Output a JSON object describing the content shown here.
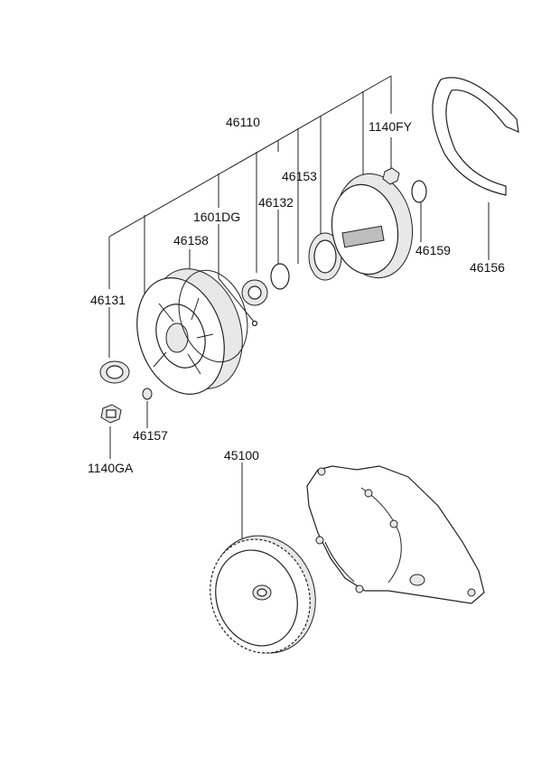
{
  "diagram": {
    "labels": {
      "p46110": "46110",
      "p1140FY": "1140FY",
      "p46153": "46153",
      "p46132": "46132",
      "p1601DG": "1601DG",
      "p46158": "46158",
      "p46131": "46131",
      "p46157": "46157",
      "p1140GA": "1140GA",
      "p46159": "46159",
      "p46156": "46156",
      "p45100": "45100"
    }
  }
}
